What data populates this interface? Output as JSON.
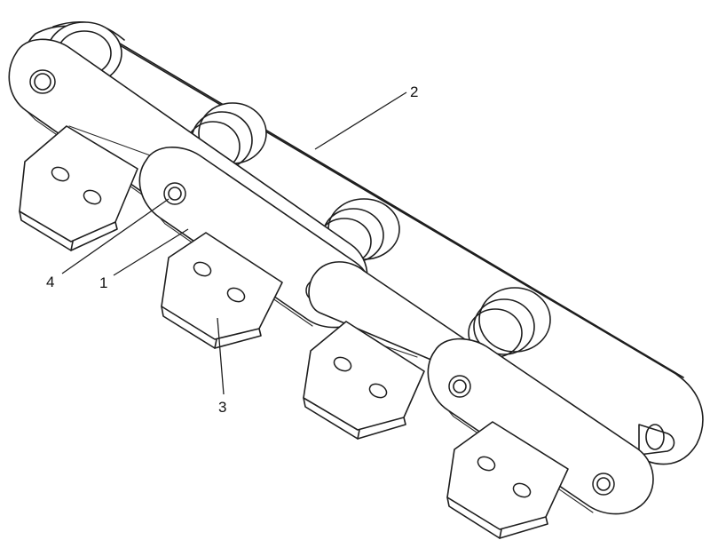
{
  "diagram": {
    "callouts": [
      {
        "id": "2",
        "text": "2"
      },
      {
        "id": "4",
        "text": "4"
      },
      {
        "id": "1",
        "text": "1"
      },
      {
        "id": "3",
        "text": "3"
      }
    ],
    "colors": {
      "line": "#1e1e1e",
      "background": "#ffffff"
    }
  }
}
